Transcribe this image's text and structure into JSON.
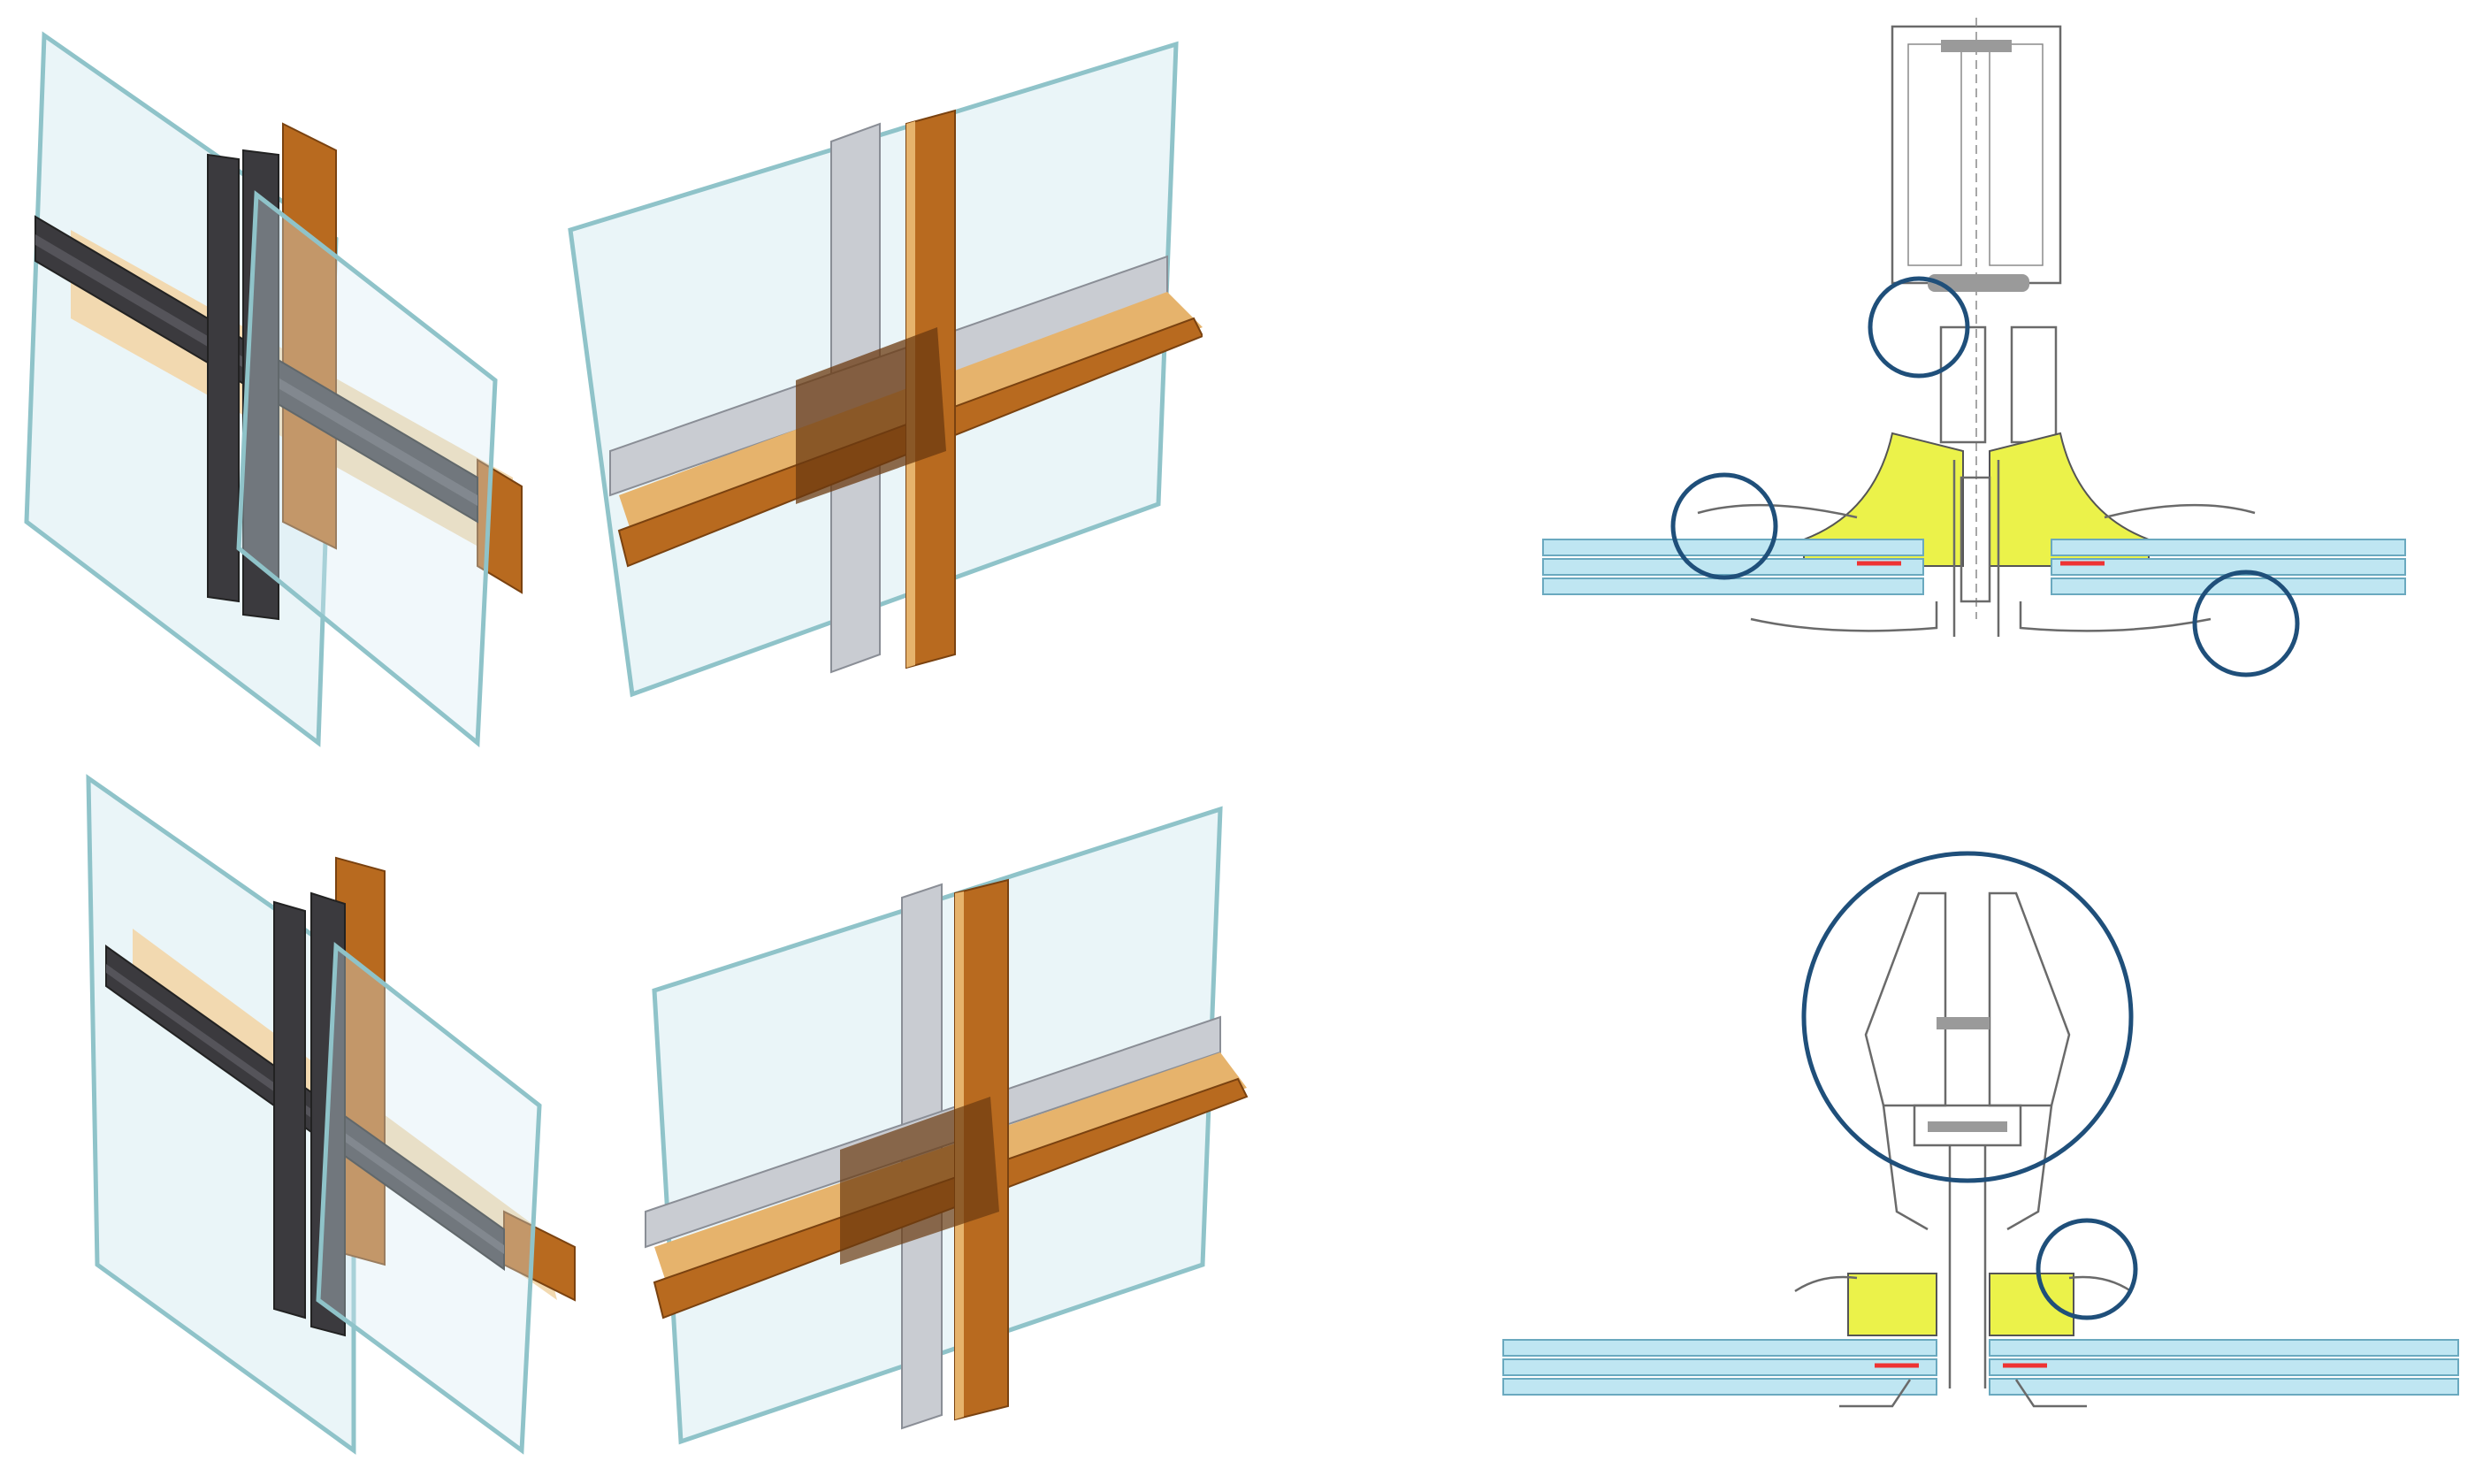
{
  "figure": {
    "panels": [
      {
        "id": "top-left-dark-mullion",
        "frame_color": "#3b3a3e"
      },
      {
        "id": "top-middle-wood-mullion",
        "frame_color": "#b86a1f"
      },
      {
        "id": "top-right-section",
        "highlight_color": "#1f4f7a"
      },
      {
        "id": "bottom-left-dark-mullion",
        "frame_color": "#3b3a3e"
      },
      {
        "id": "bottom-middle-wood-mullion",
        "frame_color": "#b86a1f"
      },
      {
        "id": "bottom-right-section",
        "highlight_color": "#1f4f7a"
      }
    ],
    "colors": {
      "glass": "#d8ecf3",
      "insulation": "#ebf24a",
      "seal_line": "#e33333",
      "highlight": "#1f4f7a"
    }
  }
}
